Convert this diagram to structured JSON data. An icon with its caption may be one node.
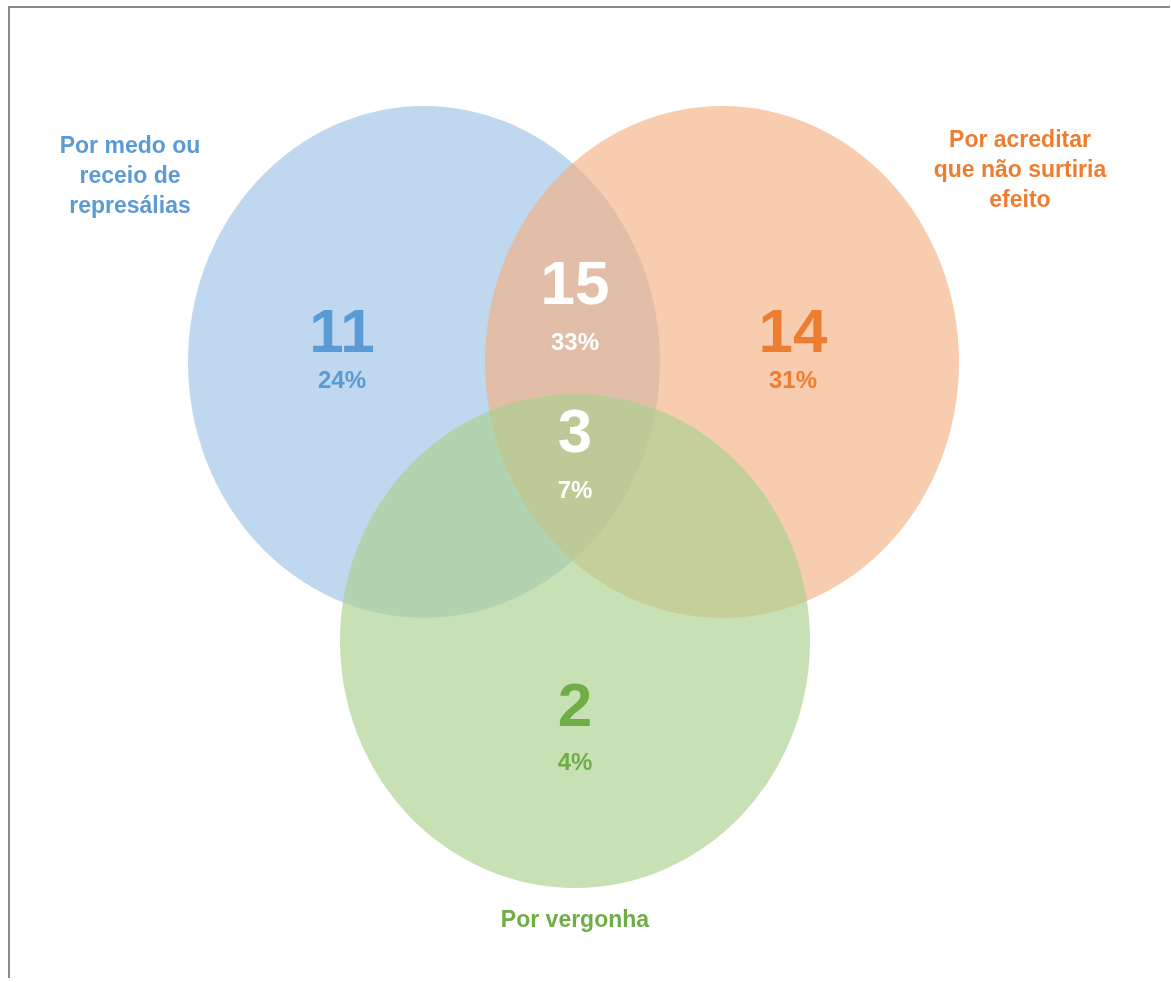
{
  "diagram": {
    "nodes": [
      {
        "text": [
          "Por medo ou receio de represálias",
          "11",
          "24%"
        ]
      },
      {
        "text": [
          "Por acreditar que não surtiria efeito",
          "14",
          "31%"
        ]
      },
      {
        "text": [
          "2",
          "4%",
          "Por vergonha"
        ]
      }
    ],
    "labels": [
      "15",
      "33%",
      "3",
      "7%"
    ]
  }
}
